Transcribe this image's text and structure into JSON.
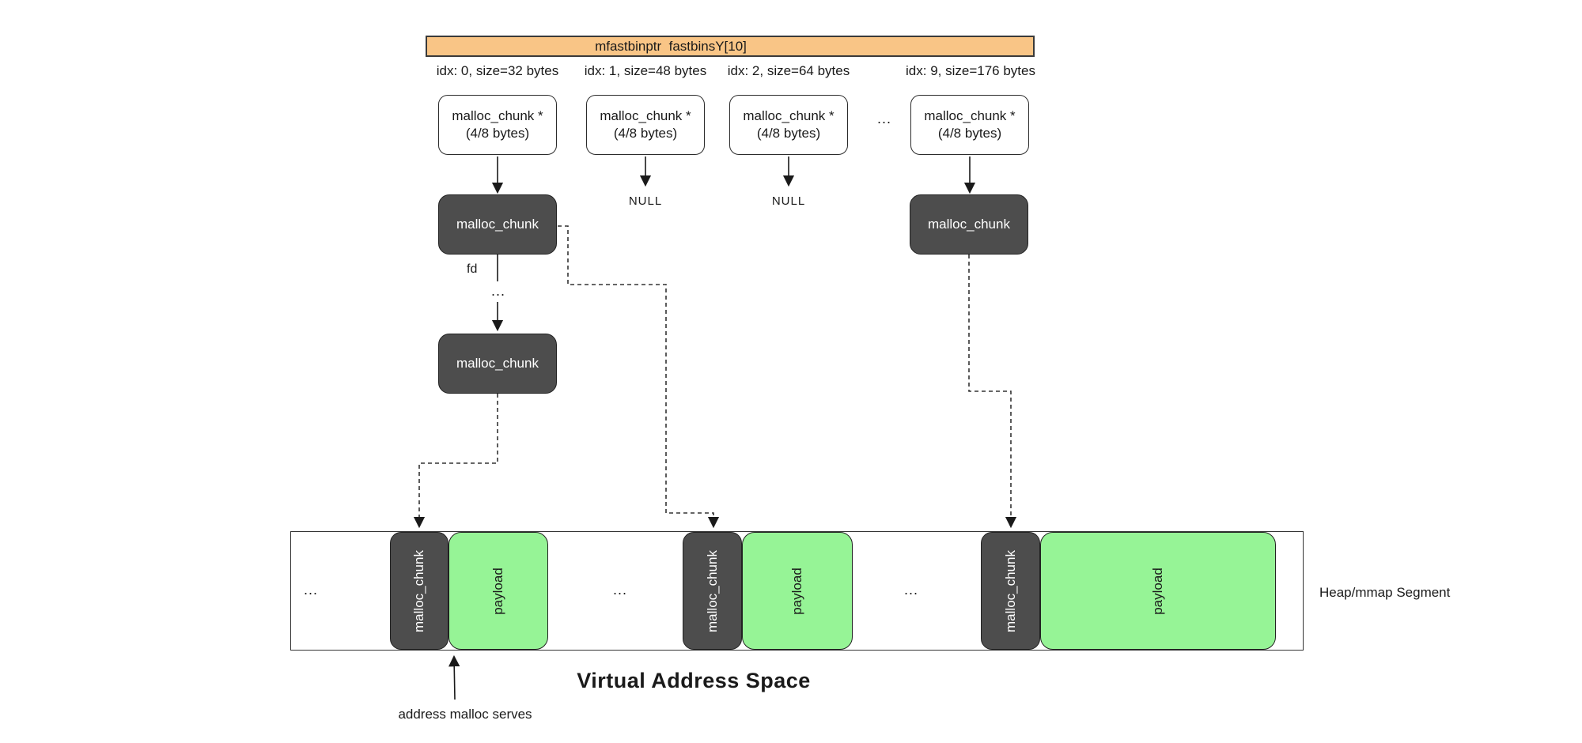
{
  "title_bar": {
    "label": "mfastbinptr  fastbinsY[10]"
  },
  "columns": [
    {
      "idx": "idx: 0, size=32 bytes",
      "ptr": "malloc_chunk *",
      "ptr_size": "(4/8 bytes)",
      "head": "malloc_chunk"
    },
    {
      "idx": "idx: 1, size=48 bytes",
      "ptr": "malloc_chunk *",
      "ptr_size": "(4/8 bytes)",
      "head": "NULL"
    },
    {
      "idx": "idx: 2, size=64 bytes",
      "ptr": "malloc_chunk *",
      "ptr_size": "(4/8 bytes)",
      "head": "NULL"
    },
    {
      "idx": "idx: 9, size=176 bytes",
      "ptr": "malloc_chunk *",
      "ptr_size": "(4/8 bytes)",
      "head": "malloc_chunk"
    }
  ],
  "bins_ellipsis": "...",
  "chain": {
    "fd": "fd",
    "ellipsis": "...",
    "next": "malloc_chunk"
  },
  "segment": {
    "label": "Heap/mmap Segment",
    "groups": [
      {
        "ellipsis": "...",
        "chunk": "malloc_chunk",
        "payload": "payload"
      },
      {
        "ellipsis": "...",
        "chunk": "malloc_chunk",
        "payload": "payload"
      },
      {
        "ellipsis": "...",
        "chunk": "malloc_chunk",
        "payload": "payload"
      }
    ]
  },
  "captions": {
    "space": "Virtual Address Space",
    "serve": "address malloc serves"
  },
  "colors": {
    "bar": "#F9C586",
    "chunk_dark": "#4D4D4D",
    "payload_green": "#96F496"
  }
}
